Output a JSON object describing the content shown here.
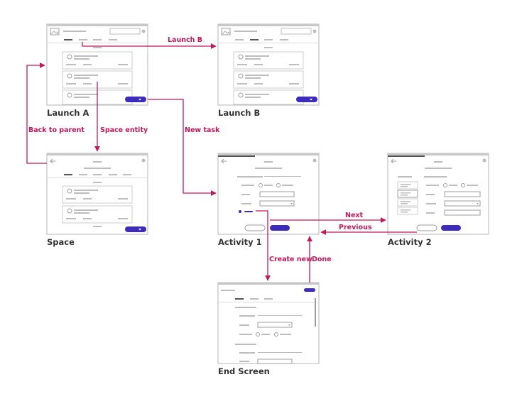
{
  "colors": {
    "arrow": "#c2185b",
    "button": "#3d2bbf",
    "frame_border": "#b5b5b5",
    "frame_header": "#c8c8c8",
    "placeholder_line": "#bdbdbd",
    "title_text": "#333333"
  },
  "screens": {
    "launch_a": "Launch A",
    "launch_b": "Launch B",
    "space": "Space",
    "activity_1": "Activity 1",
    "activity_2": "Activity 2",
    "end_screen": "End Screen"
  },
  "flows": {
    "launch_b": "Launch B",
    "back_to_parent": "Back to parent",
    "space_entity": "Space entity",
    "new_task": "New task",
    "next": "Next",
    "previous": "Previous",
    "create_new": "Create new",
    "done": "Done"
  },
  "icons": {
    "image_placeholder": "image-icon",
    "back_arrow": "back-arrow-icon",
    "chevron": "chevron-down-icon"
  }
}
